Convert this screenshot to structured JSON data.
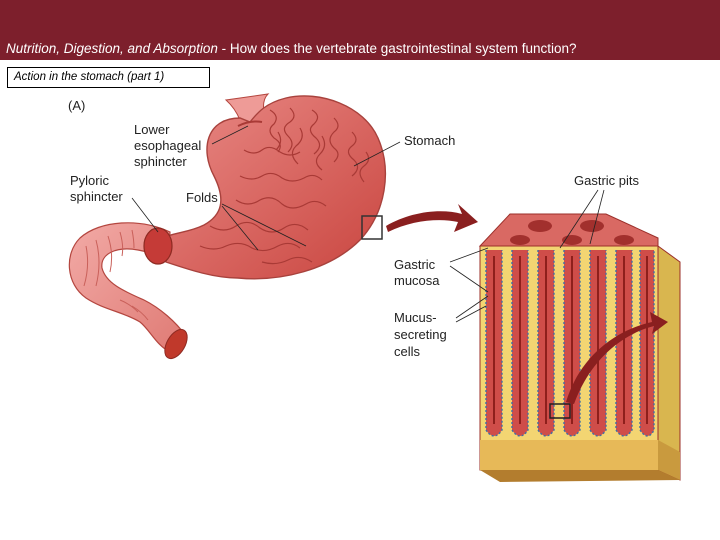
{
  "header": {
    "subtitle_italic": "Nutrition, Digestion, and Absorption",
    "subtitle_plain": " - How does the vertebrate gastrointestinal system function?",
    "bg_color": "#7d1f2c"
  },
  "caption": "Action in the stomach (part 1)",
  "figure": {
    "panel_label": "(A)",
    "labels": {
      "lower_esophageal_1": "Lower",
      "lower_esophageal_2": "esophageal",
      "lower_esophageal_3": "sphincter",
      "stomach": "Stomach",
      "pyloric_1": "Pyloric",
      "pyloric_2": "sphincter",
      "folds": "Folds",
      "gastric_pits": "Gastric pits",
      "gastric_mucosa_1": "Gastric",
      "gastric_mucosa_2": "mucosa",
      "mucus_1": "Mucus-",
      "mucus_2": "secreting",
      "mucus_3": "cells"
    }
  }
}
